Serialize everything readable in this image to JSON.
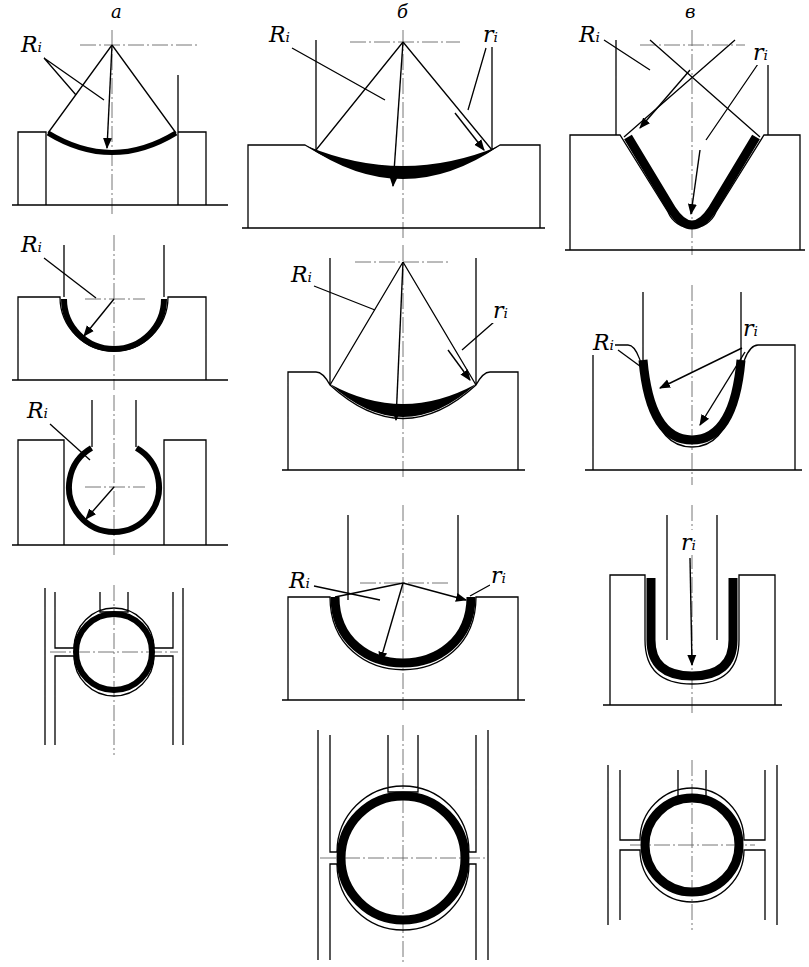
{
  "diagram": {
    "labels": [
      "а",
      "б",
      "в",
      "Rᵢ",
      "Rᵢ",
      "Rᵢ",
      "Rᵢ",
      "rᵢ",
      "Rᵢ",
      "rᵢ",
      "Rᵢ",
      "rᵢ",
      "Rᵢ",
      "rᵢ",
      "Rᵢ",
      "rᵢ",
      "rᵢ"
    ]
  }
}
